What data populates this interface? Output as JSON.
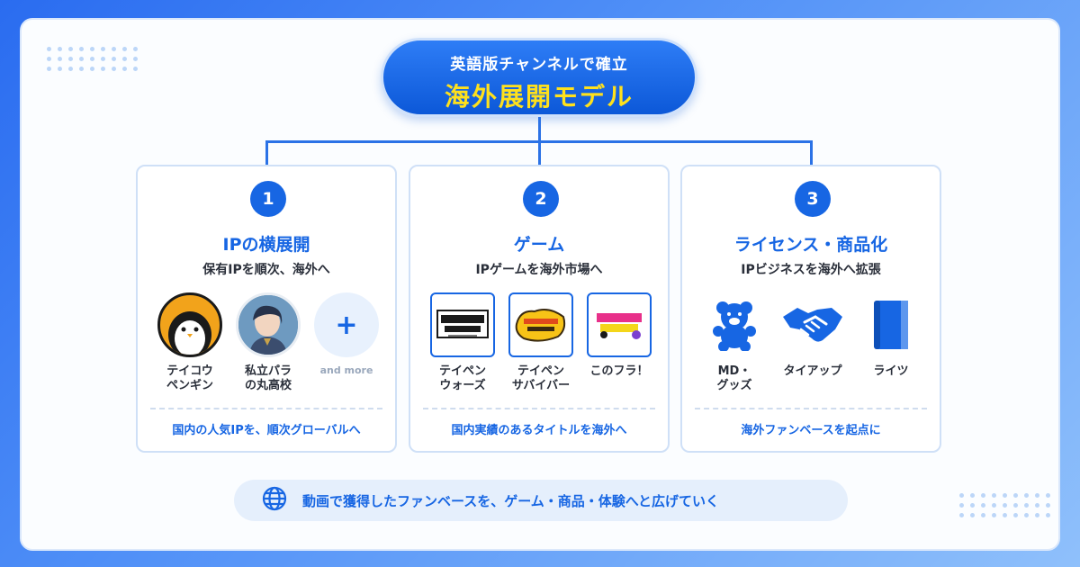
{
  "header": {
    "subtitle": "英語版チャンネルで確立",
    "title": "海外展開モデル"
  },
  "cards": [
    {
      "number": "1",
      "title": "IPの横展開",
      "subtitle": "保有IPを順次、海外へ",
      "items": [
        {
          "label": [
            "テイコウ",
            "ペンギン"
          ],
          "icon": "penguin-avatar"
        },
        {
          "label": [
            "私立パラ",
            "の丸高校"
          ],
          "icon": "school-avatar"
        },
        {
          "label": [
            "and more"
          ],
          "icon": "plus-icon",
          "glyph": "+"
        }
      ],
      "footer": "国内の人気IPを、順次グローバルへ"
    },
    {
      "number": "2",
      "title": "ゲーム",
      "subtitle": "IPゲームを海外市場へ",
      "items": [
        {
          "label": [
            "テイペン",
            "ウォーズ"
          ],
          "icon": "game-logo"
        },
        {
          "label": [
            "テイペン",
            "サバイバー"
          ],
          "icon": "game-logo"
        },
        {
          "label": [
            "このフラ！"
          ],
          "icon": "game-logo"
        }
      ],
      "footer": "国内実績のあるタイトルを海外へ"
    },
    {
      "number": "3",
      "title": "ライセンス・商品化",
      "subtitle": "IPビジネスを海外へ拡張",
      "items": [
        {
          "label": [
            "MD・",
            "グッズ"
          ],
          "icon": "teddy-bear-icon"
        },
        {
          "label": [
            "タイアップ"
          ],
          "icon": "handshake-icon"
        },
        {
          "label": [
            "ライツ"
          ],
          "icon": "book-icon"
        }
      ],
      "footer": "海外ファンベースを起点に"
    }
  ],
  "bottom": {
    "text": "動画で獲得したファンベースを、ゲーム・商品・体験へと広げていく",
    "icon": "globe-icon"
  },
  "colors": {
    "primary": "#1766e3",
    "accent": "#ffe11c",
    "frame": "#2a6cf0"
  }
}
